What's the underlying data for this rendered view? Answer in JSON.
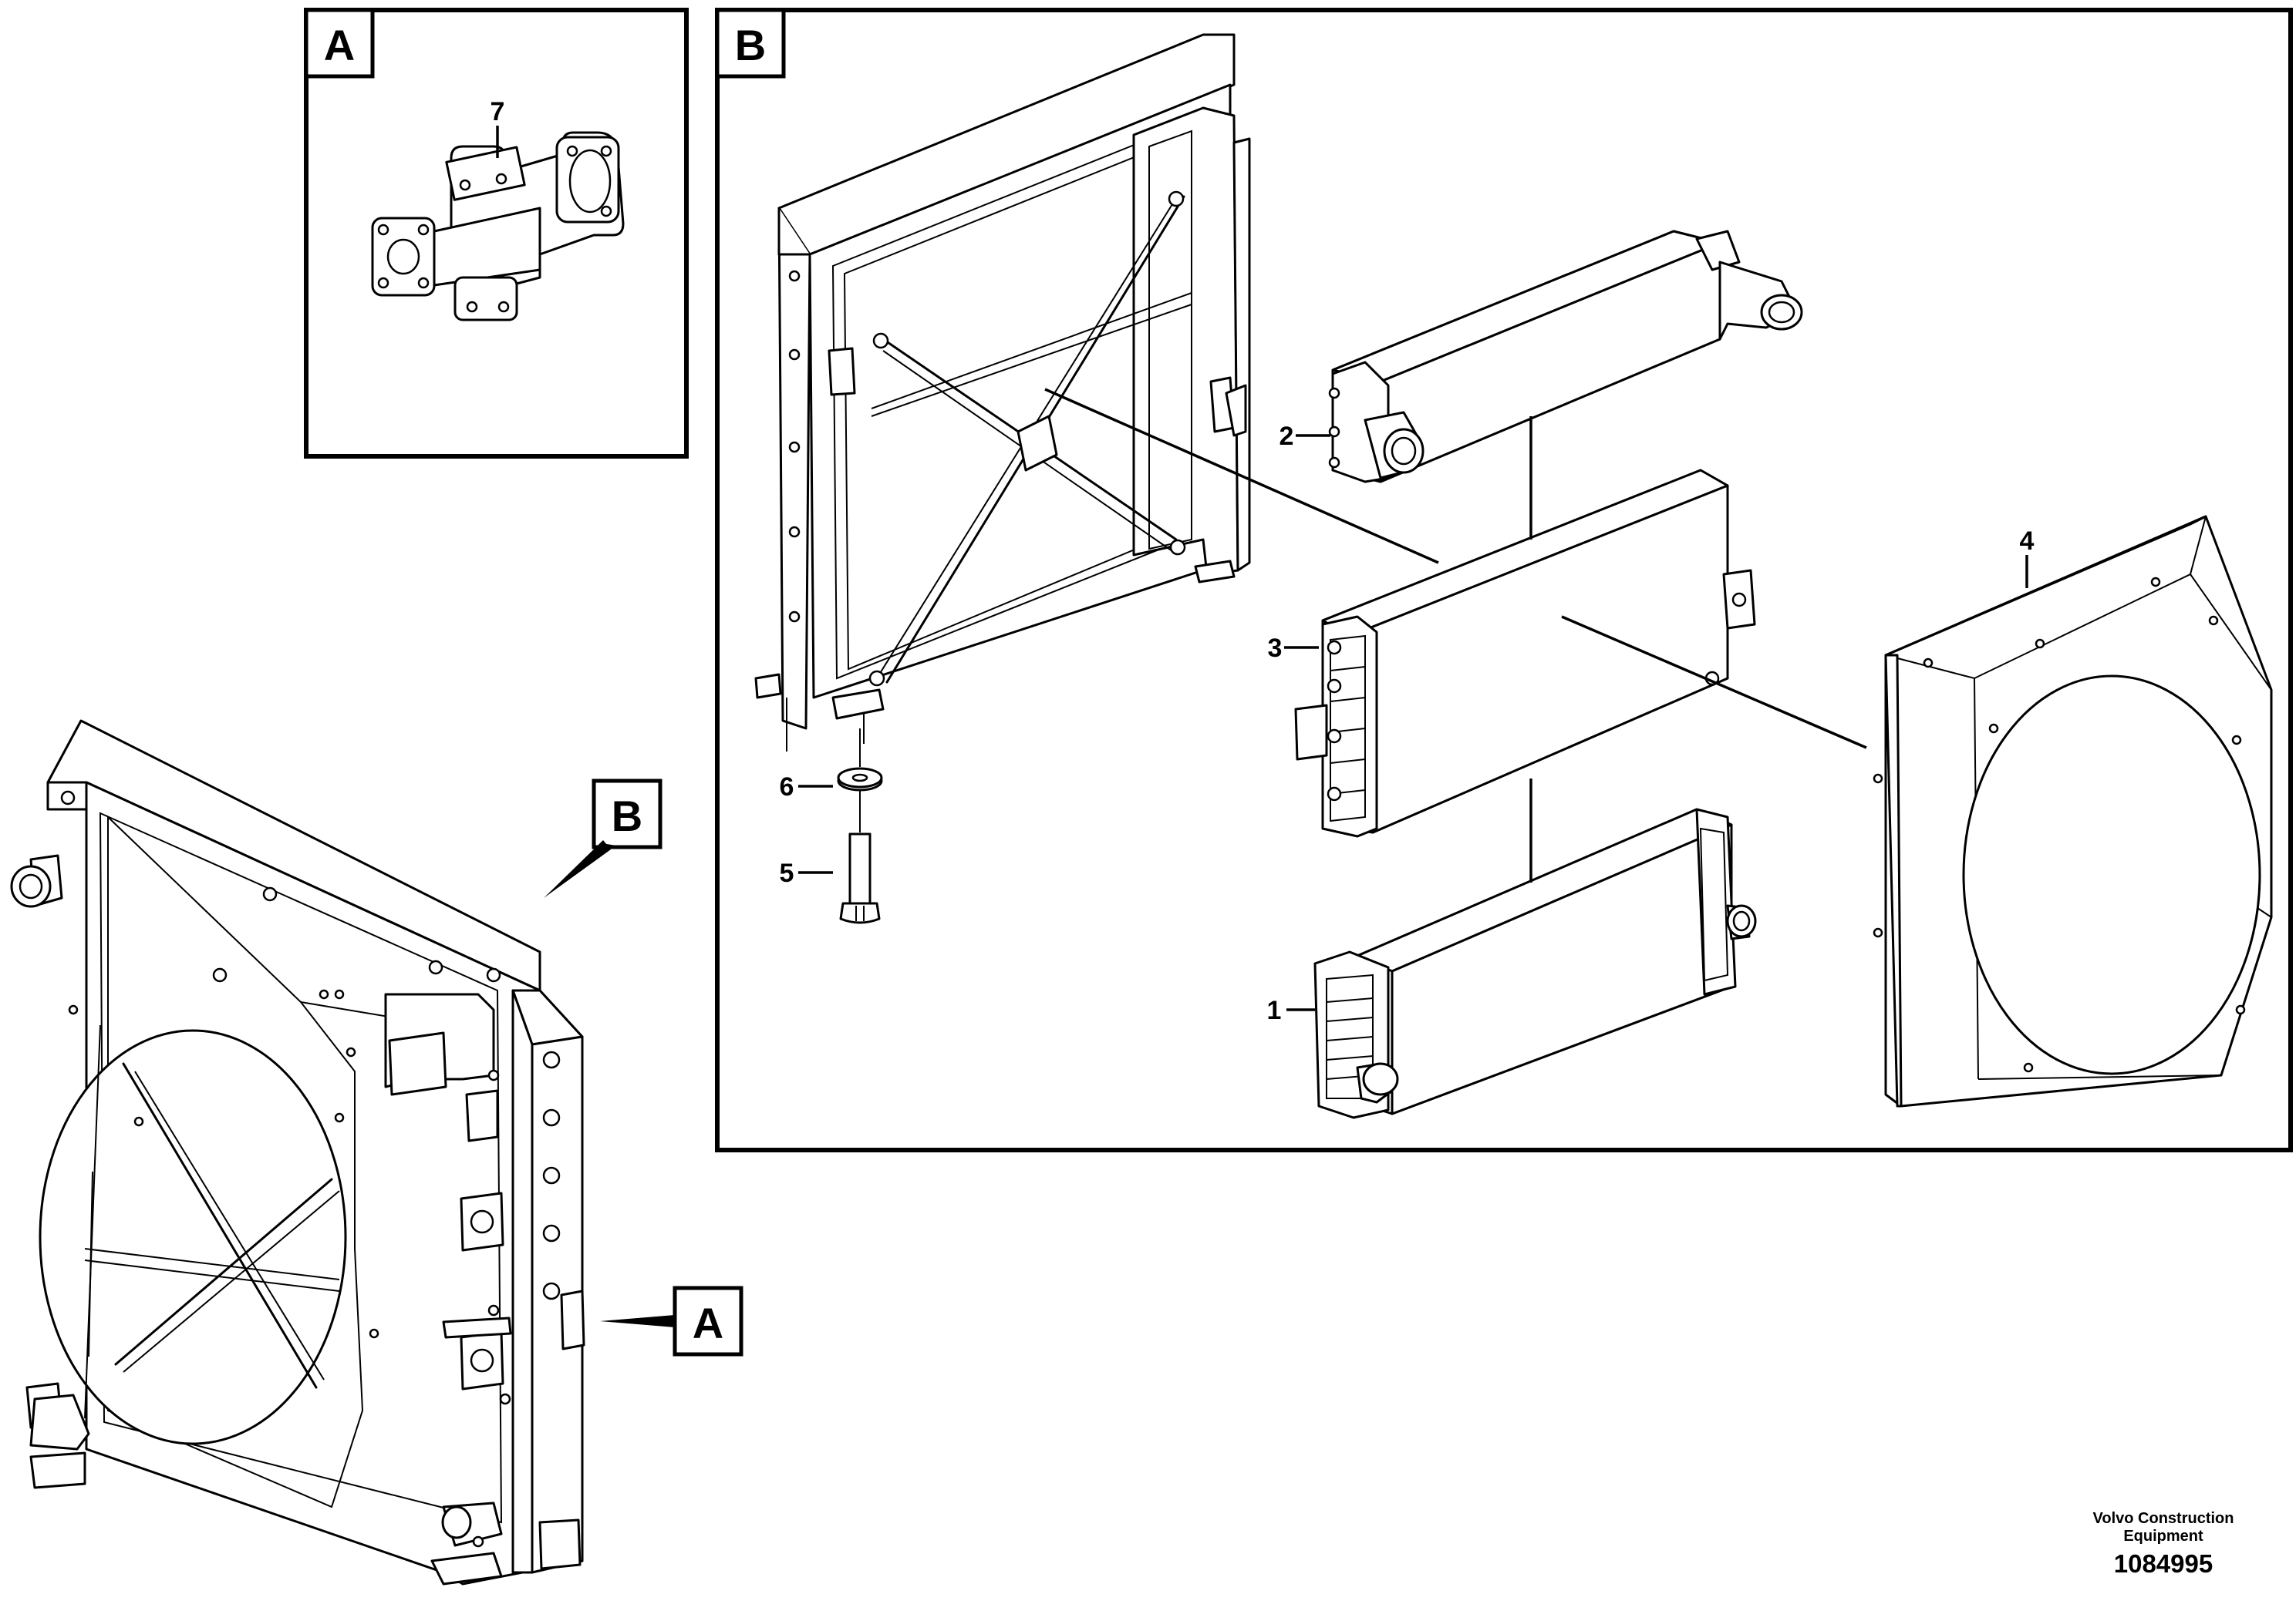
{
  "panel_a": {
    "tag": "A"
  },
  "panel_b": {
    "tag": "B"
  },
  "main_view": {
    "tag_b": "B",
    "tag_a": "A"
  },
  "callouts": {
    "item_1": "1",
    "item_2": "2",
    "item_3": "3",
    "item_4": "4",
    "item_5": "5",
    "item_6": "6",
    "item_7": "7"
  },
  "footer": {
    "company_line1": "Volvo Construction",
    "company_line2": "Equipment",
    "drawing_number": "1084995"
  }
}
